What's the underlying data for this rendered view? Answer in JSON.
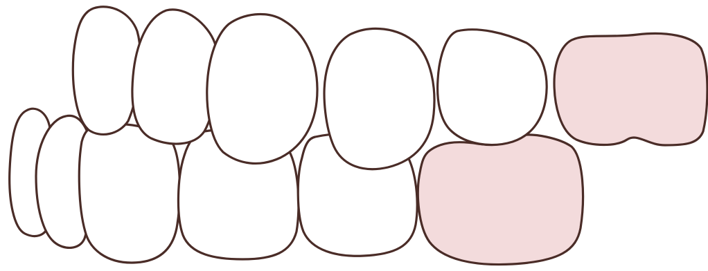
{
  "colors": {
    "background": "#ffffff",
    "outline": "#4a2c27",
    "tooth_fill": "#ffffff",
    "highlight_fill": "#f3dbdc"
  },
  "upper_arch": [
    {
      "name": "upper-tooth-1",
      "highlighted": false
    },
    {
      "name": "upper-tooth-2",
      "highlighted": false
    },
    {
      "name": "upper-tooth-3",
      "highlighted": false
    },
    {
      "name": "upper-tooth-4",
      "highlighted": false
    },
    {
      "name": "upper-tooth-5",
      "highlighted": false
    },
    {
      "name": "upper-tooth-6",
      "highlighted": true
    }
  ],
  "lower_arch": [
    {
      "name": "lower-tooth-1",
      "highlighted": false
    },
    {
      "name": "lower-tooth-2",
      "highlighted": false
    },
    {
      "name": "lower-tooth-3",
      "highlighted": false
    },
    {
      "name": "lower-tooth-4",
      "highlighted": false
    },
    {
      "name": "lower-tooth-5",
      "highlighted": false
    },
    {
      "name": "lower-tooth-6",
      "highlighted": true
    }
  ]
}
